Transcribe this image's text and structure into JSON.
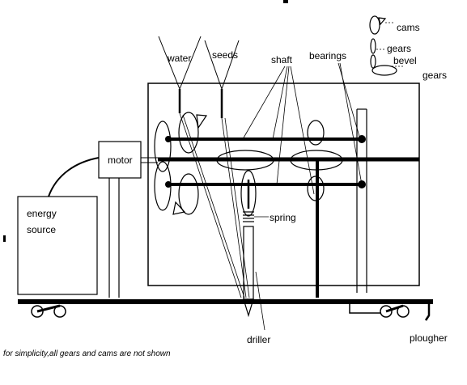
{
  "labels": {
    "water": "water",
    "seeds": "seeds",
    "shaft": "shaft",
    "bearings": "bearings",
    "motor": "motor",
    "energy_source_line1": "energy",
    "energy_source_line2": "source",
    "spring": "spring",
    "driller": "driller",
    "plougher": "plougher"
  },
  "legend": {
    "cams": "cams",
    "gears": "gears",
    "bevel_line1": "bevel",
    "bevel_line2": "gears"
  },
  "footnote": "for simplicity,all gears and cams are not shown"
}
